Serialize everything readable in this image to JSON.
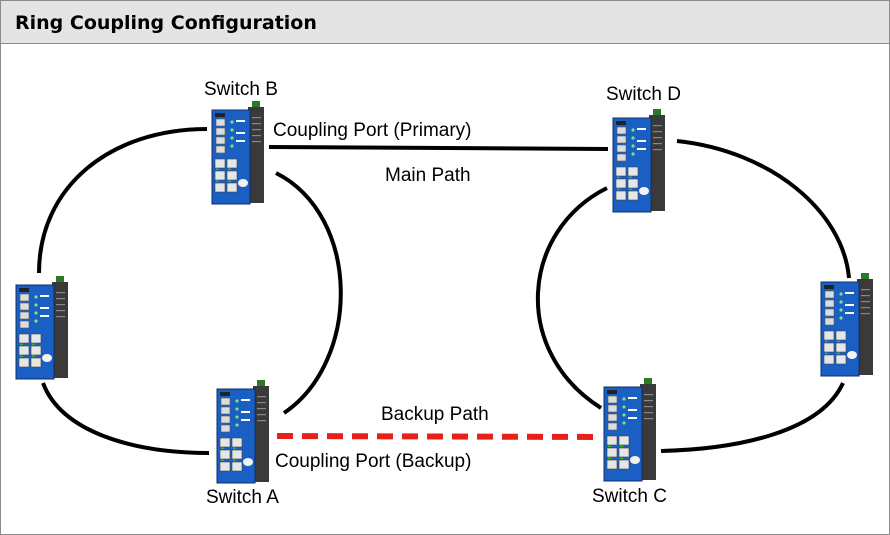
{
  "header": {
    "title": "Ring Coupling Configuration"
  },
  "diagram": {
    "switch_b_label": "Switch B",
    "switch_d_label": "Switch D",
    "switch_a_label": "Switch A",
    "switch_c_label": "Switch C",
    "coupling_primary_label": "Coupling Port (Primary)",
    "coupling_backup_label": "Coupling Port (Backup)",
    "main_path_label": "Main Path",
    "backup_path_label": "Backup Path",
    "backup_path_color": "#e8201c",
    "main_path_color": "#000000",
    "switch_colors": {
      "body": "#1a5fc4",
      "side": "#3a3a3a",
      "ports": "#d8d8d8",
      "leds": "#2fb344"
    }
  }
}
